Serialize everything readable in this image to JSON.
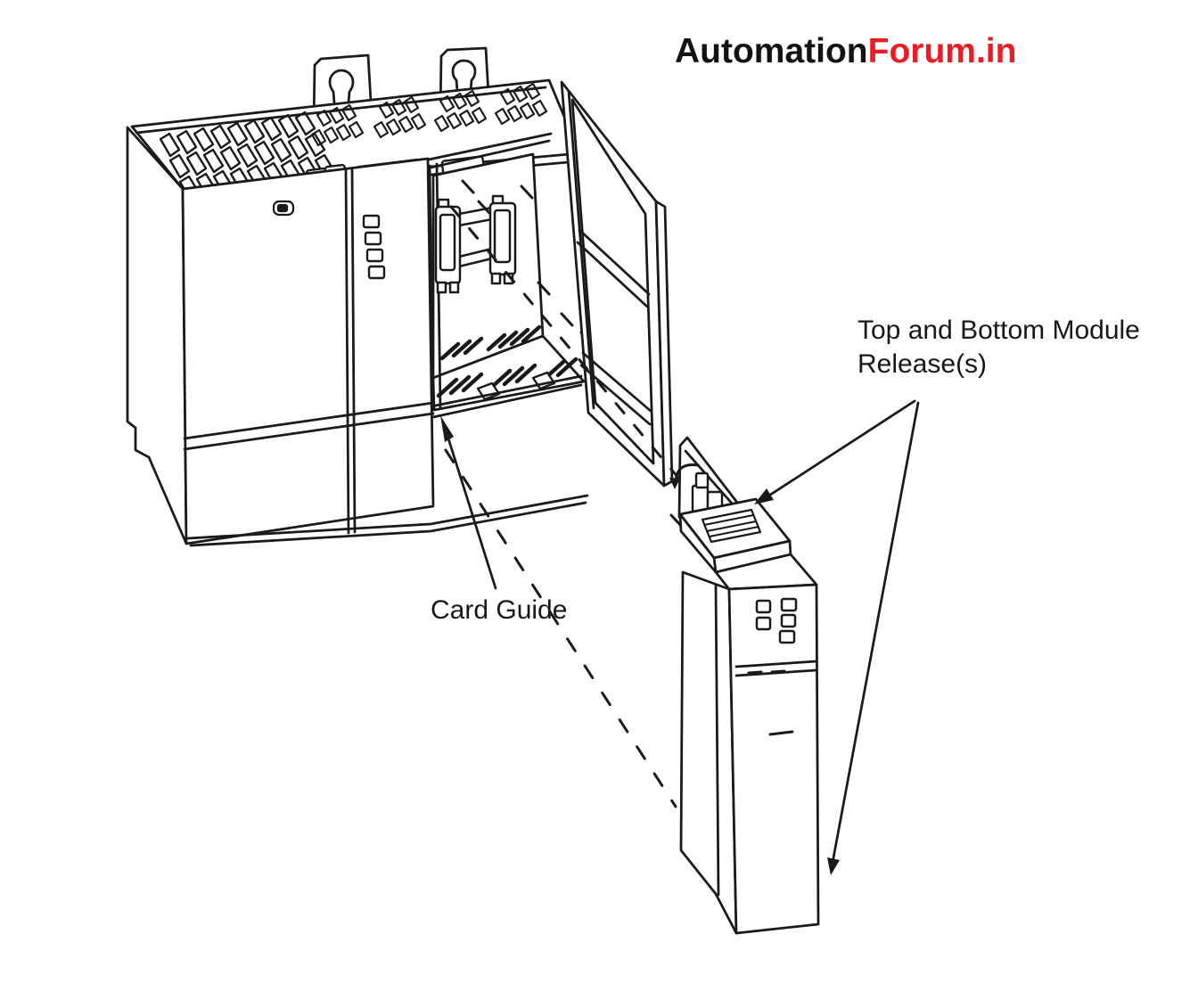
{
  "page": {
    "background": "#ffffff",
    "line_color": "#1a1a1a"
  },
  "logo": {
    "text_black": "Automation",
    "text_red": "Forum.in",
    "black_color": "#121212",
    "red_color": "#ed1c24"
  },
  "annotations": {
    "module_release_label": "Top and Bottom Module Release(s)",
    "card_guide_label": "Card Guide"
  }
}
